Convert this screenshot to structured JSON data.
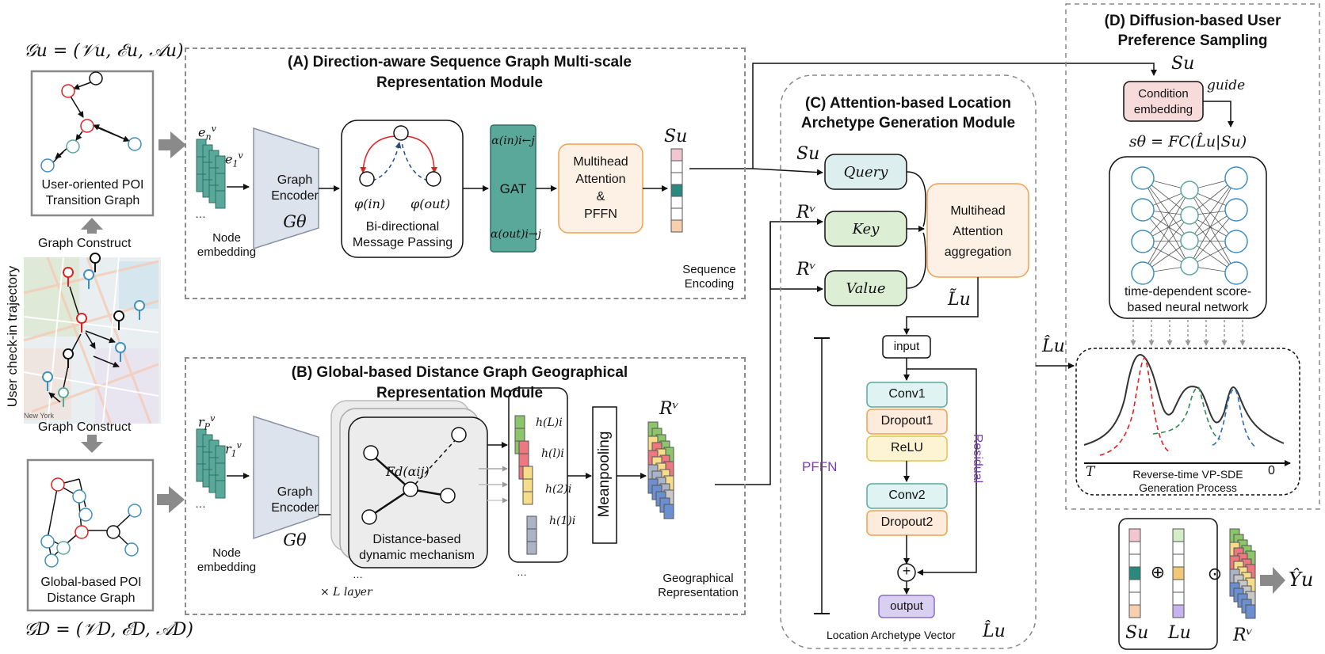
{
  "left": {
    "gu_formula": "𝒢u = (𝒱u, ℰu, 𝒜u)",
    "gd_formula": "𝒢D = (𝒱D, ℰD, 𝒜D)",
    "transition_graph_label": "User-oriented POI Transition Graph",
    "graph_construct_top": "Graph Construct",
    "graph_construct_bottom": "Graph Construct",
    "trajectory_label": "User check-in trajectory",
    "map_city_label": "New York",
    "distance_graph_label": "Global-based POI Distance Graph"
  },
  "moduleA": {
    "title_line1": "(A) Direction-aware Sequence Graph Multi-scale",
    "title_line2": "Representation Module",
    "en": "e",
    "e1": "e",
    "node_embedding": "Node embedding",
    "graph_encoder": "Graph Encoder",
    "g_theta": "Gθ",
    "phi_in": "φ(in)",
    "phi_out": "φ(out)",
    "bidirectional": "Bi-directional Message Passing",
    "alpha_in": "α(in)i←j",
    "gat": "GAT",
    "alpha_out": "α(out)i→j",
    "mha_lines": [
      "Multihead",
      "Attention",
      "&",
      "PFFN"
    ],
    "su": "Su",
    "sequence_encoding": "Sequence Encoding"
  },
  "moduleB": {
    "title_line1": "(B) Global-based Distance Graph Geographical",
    "title_line2": "Representation Module",
    "rp": "r",
    "r1": "r",
    "node_embedding": "Node embedding",
    "graph_encoder": "Graph Encoder",
    "g_theta": "Gθ",
    "fd": "Fd(αij)",
    "distance_mechanism": "Distance-based dynamic mechanism",
    "layer": "× L layer",
    "h_labels": [
      "h(L)i",
      "h(l)i",
      "h(2)i",
      "h(1)i"
    ],
    "meanpooling": "Meanpooling",
    "rv": "Rᵛ",
    "geo_rep": "Geographical Representation"
  },
  "moduleC": {
    "title_line1": "(C) Attention-based Location",
    "title_line2": "Archetype Generation Module",
    "su": "Su",
    "rv1": "Rᵛ",
    "rv2": "Rᵛ",
    "query": "Query",
    "key": "Key",
    "value": "Value",
    "mha_agg": [
      "Multihead",
      "Attention",
      "aggregation"
    ],
    "l_tilde": "L̃u",
    "input": "input",
    "conv1": "Conv1",
    "dropout1": "Dropout1",
    "relu": "ReLU",
    "conv2": "Conv2",
    "dropout2": "Dropout2",
    "output": "output",
    "pffn": "PFFN",
    "residual": "Residual",
    "plus": "+",
    "vector_label": "Location Archetype Vector",
    "l_hat": "L̂u"
  },
  "moduleD": {
    "title_line1": "(D) Diffusion-based User",
    "title_line2": "Preference Sampling",
    "su": "Su",
    "condition": [
      "Condition",
      "embedding"
    ],
    "guide": "guide",
    "s_theta": "sθ = FC(L̂u|Su)",
    "network_label": [
      "time-dependent score-",
      "based neural network"
    ],
    "l_hat_side": "L̂u",
    "t_label": "T",
    "zero_label": "0",
    "process_label": [
      "Reverse-time VP-SDE",
      "Generation Process"
    ]
  },
  "bottom_formula": {
    "su": "Su",
    "oplus": "⊕",
    "lu": "Lu",
    "odot": "⊙",
    "rv": "Rᵛ",
    "y_hat": "Ŷu"
  },
  "colors": {
    "teal": "#5aa89a",
    "teal_dark": "#2f6f66",
    "orange_fill": "#fdf0e4",
    "orange_border": "#f0a050",
    "query_fill": "#dcefee",
    "kv_fill": "#dcefd5",
    "pink_fill": "#f7dada",
    "purple_fill": "#d9cff0",
    "red": "#e02020",
    "green": "#2e8b57",
    "blue": "#2a6db5",
    "node_blue": "#3d8fbf"
  }
}
